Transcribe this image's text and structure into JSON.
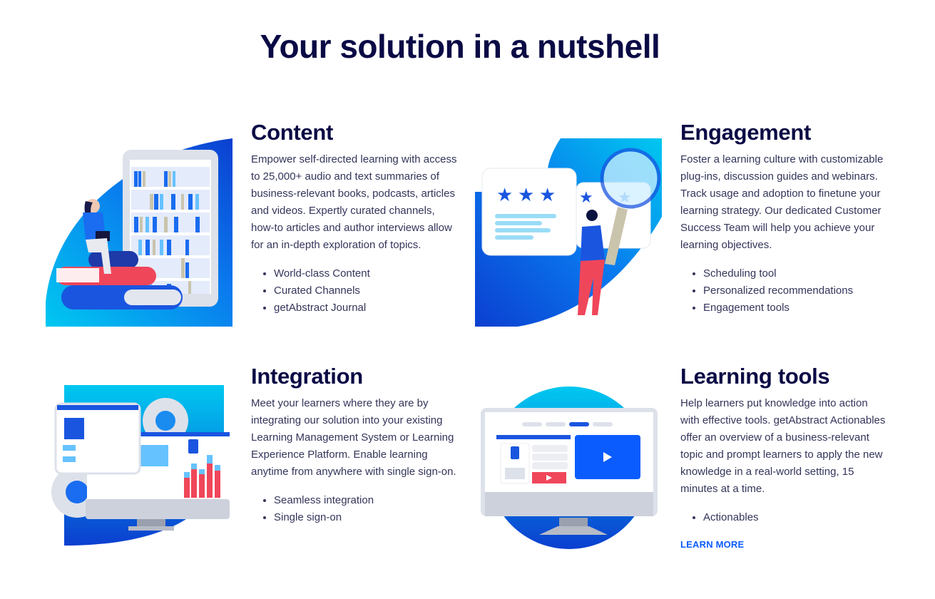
{
  "page": {
    "title": "Your solution in a nutshell"
  },
  "features": [
    {
      "title": "Content",
      "description": "Empower self-directed learning with access to 25,000+ audio and text summaries of business-relevant books, podcasts, articles and videos. Expertly curated channels, how-to articles and author interviews allow for an in-depth exploration of topics.",
      "bullets": [
        "World-class Content",
        "Curated Channels",
        "getAbstract Journal"
      ],
      "illustration": "woman-reading-bookshelf-illustration"
    },
    {
      "title": "Engagement",
      "description": "Foster a learning culture with customizable plug-ins, discussion guides and webinars. Track usage and adoption to finetune your learning strategy. Our dedicated Customer Success Team will help you achieve your learning objectives.",
      "bullets": [
        "Scheduling tool",
        "Personalized recommendations",
        "Engagement tools"
      ],
      "illustration": "man-magnifying-glass-ratings-illustration"
    },
    {
      "title": "Integration",
      "description": "Meet your learners where they are by integrating our solution into your existing Learning Management System or Learning Experience Platform. Enable learning anytime from anywhere with single sign-on.",
      "bullets": [
        "Seamless integration",
        "Single sign-on"
      ],
      "illustration": "monitor-gears-dashboard-illustration"
    },
    {
      "title": "Learning tools",
      "description": "Help learners put knowledge into action with effective tools. getAbstract Actionables offer an overview of a business-relevant topic and prompt learners to apply the new knowledge in a real-world setting, 15 minutes at a time.",
      "bullets": [
        "Actionables"
      ],
      "link_label": "LEARN MORE",
      "illustration": "monitor-video-player-illustration"
    }
  ],
  "colors": {
    "heading": "#0a0a45",
    "body_text": "#33355a",
    "accent_blue": "#0b5cff",
    "cyan": "#00c8f0",
    "red": "#f0465a"
  }
}
